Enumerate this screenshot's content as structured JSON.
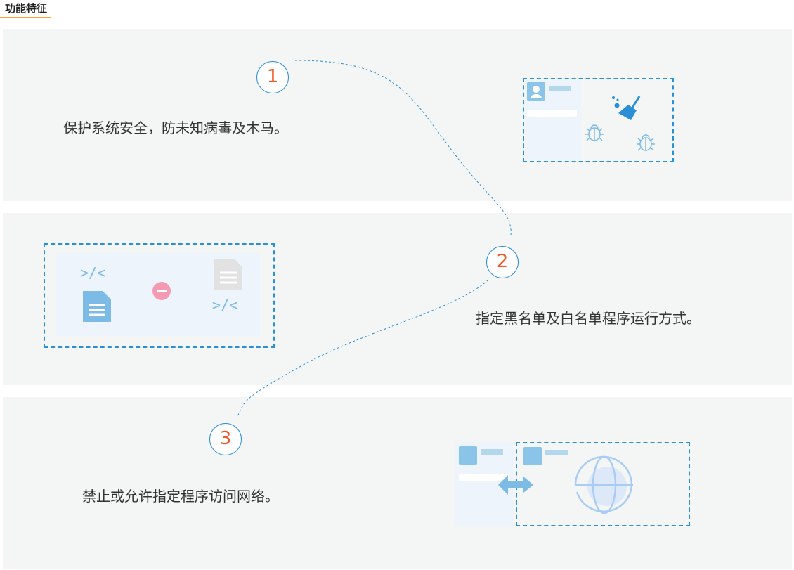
{
  "header": {
    "title": "功能特征"
  },
  "features": [
    {
      "number": "1",
      "text": "保护系统安全，防未知病毒及木马。"
    },
    {
      "number": "2",
      "text": "指定黑名单及白名单程序运行方式。"
    },
    {
      "number": "3",
      "text": "禁止或允许指定程序访问网络。"
    }
  ],
  "code_symbol": ">/<",
  "colors": {
    "accent": "#f5a33a",
    "blue": "#2a8fd6",
    "number": "#f05a28",
    "panel": "#f4f5f5"
  }
}
